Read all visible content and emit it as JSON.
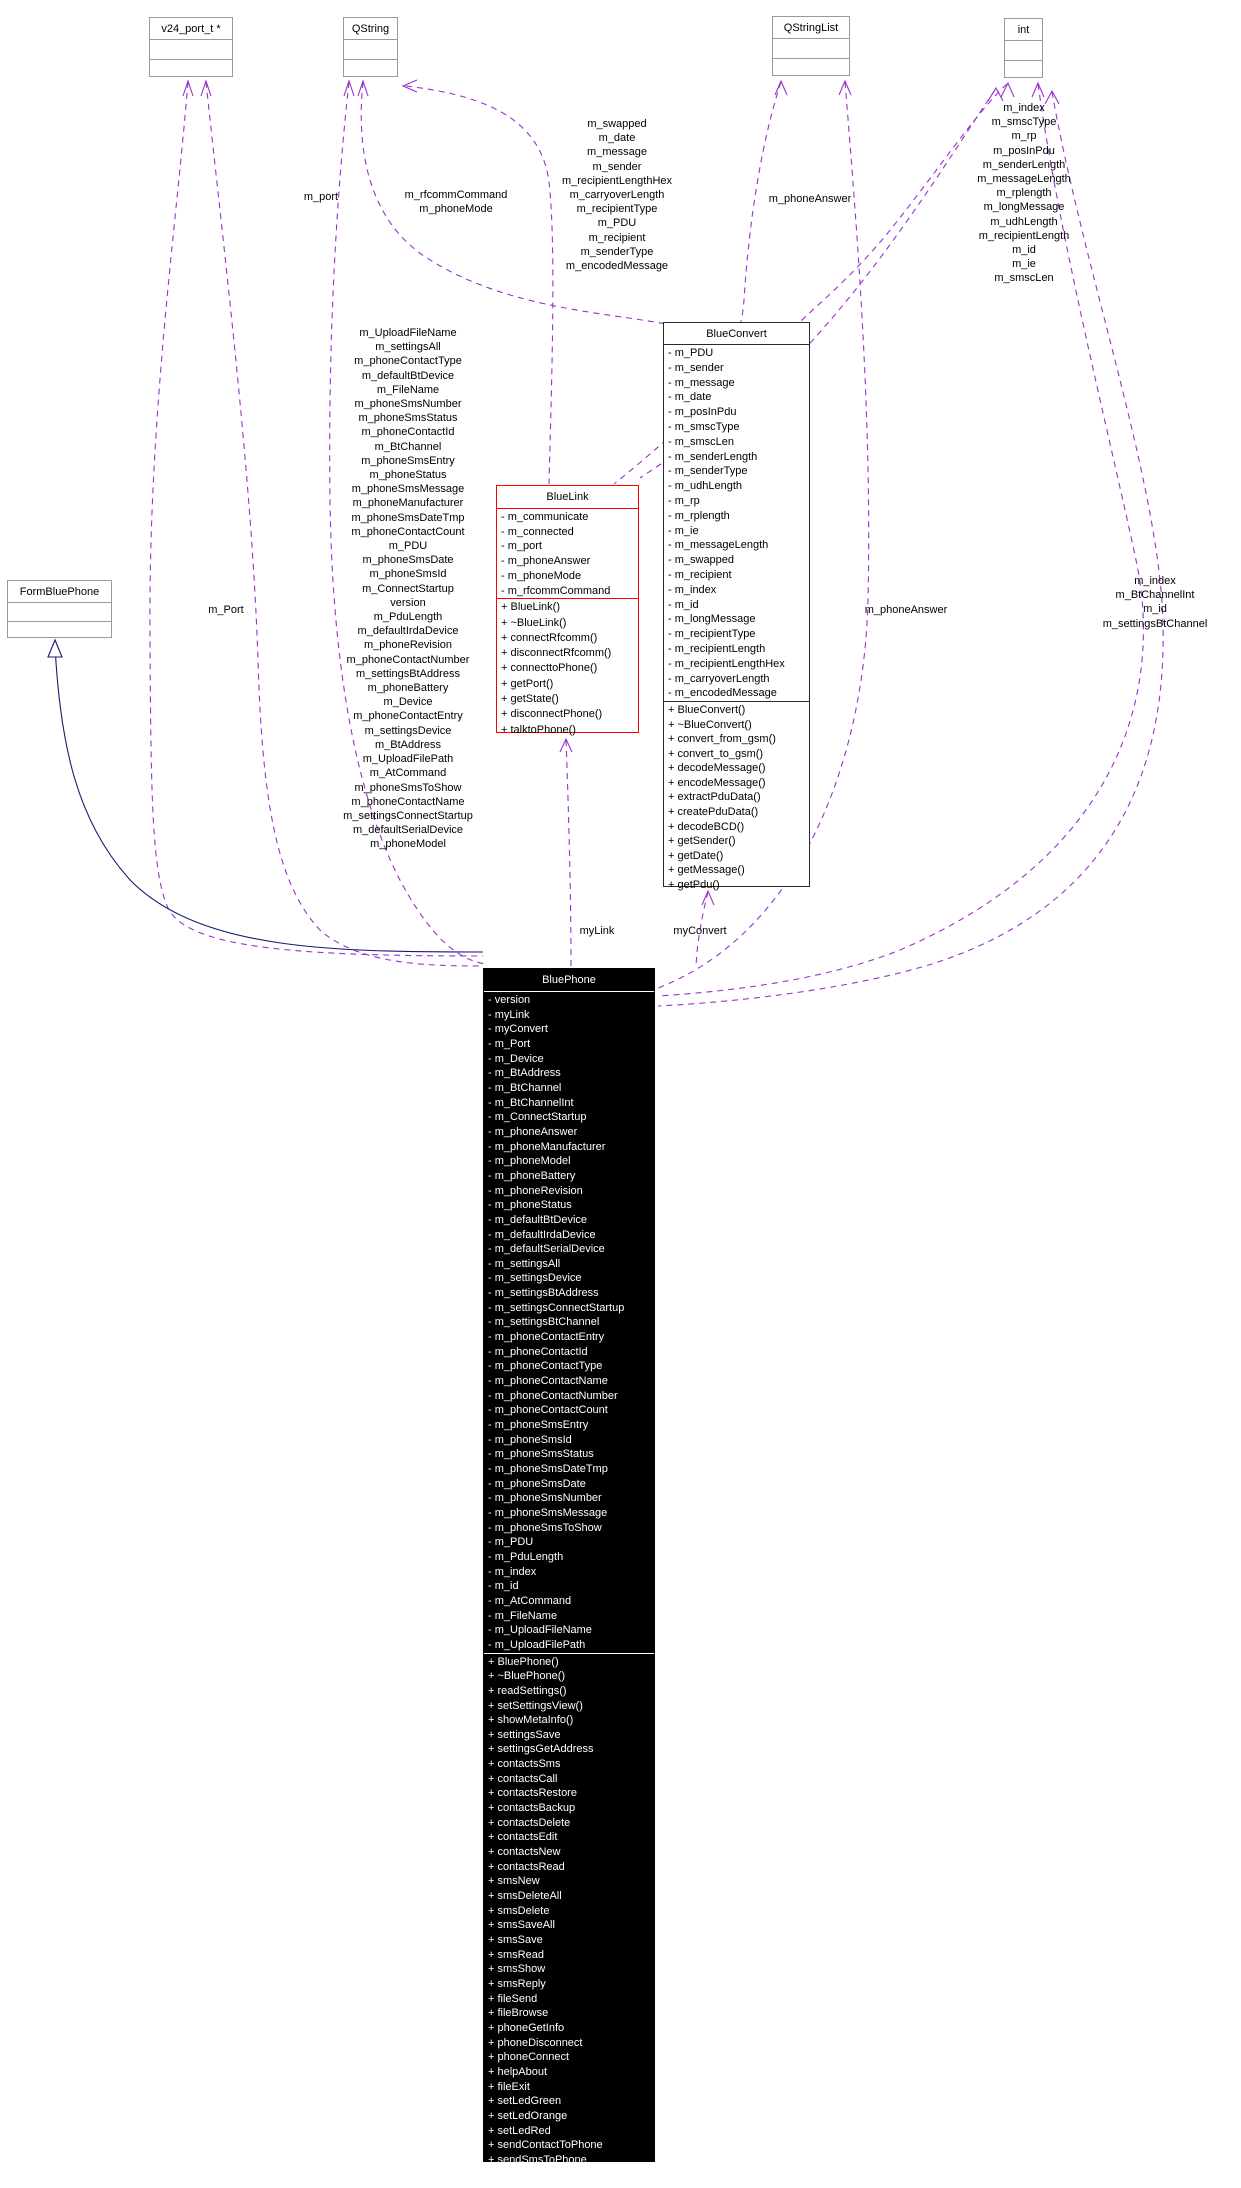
{
  "diagram": {
    "colors": {
      "edge": "#9932cc",
      "inherit_edge": "#191970",
      "highlight_border": "#ff0000",
      "current_node_bg": "#000000"
    },
    "classes": [
      {
        "id": "v24_port",
        "title": "v24_port_t *",
        "attributes": [],
        "methods": []
      },
      {
        "id": "qstring",
        "title": "QString",
        "attributes": [],
        "methods": []
      },
      {
        "id": "qstringlist",
        "title": "QStringList",
        "attributes": [],
        "methods": []
      },
      {
        "id": "int",
        "title": "int",
        "attributes": [],
        "methods": []
      },
      {
        "id": "formbluephone",
        "title": "FormBluePhone",
        "attributes": [],
        "methods": []
      },
      {
        "id": "blueconvert",
        "title": "BlueConvert",
        "attributes": [
          "- m_PDU",
          "- m_sender",
          "- m_message",
          "- m_date",
          "- m_posInPdu",
          "- m_smscType",
          "- m_smscLen",
          "- m_senderLength",
          "- m_senderType",
          "- m_udhLength",
          "- m_rp",
          "- m_rplength",
          "- m_ie",
          "- m_messageLength",
          "- m_swapped",
          "- m_recipient",
          "- m_index",
          "- m_id",
          "- m_longMessage",
          "- m_recipientType",
          "- m_recipientLength",
          "- m_recipientLengthHex",
          "- m_carryoverLength",
          "- m_encodedMessage"
        ],
        "methods": [
          "+ BlueConvert()",
          "+ ~BlueConvert()",
          "+ convert_from_gsm()",
          "+ convert_to_gsm()",
          "+ decodeMessage()",
          "+ encodeMessage()",
          "+ extractPduData()",
          "+ createPduData()",
          "+ decodeBCD()",
          "+ getSender()",
          "+ getDate()",
          "+ getMessage()",
          "+ getPdu()"
        ]
      },
      {
        "id": "bluelink",
        "title": "BlueLink",
        "attributes": [
          "- m_communicate",
          "- m_connected",
          "- m_port",
          "- m_phoneAnswer",
          "- m_phoneMode",
          "- m_rfcommCommand"
        ],
        "methods": [
          "+ BlueLink()",
          "+ ~BlueLink()",
          "+ connectRfcomm()",
          "+ disconnectRfcomm()",
          "+ connecttoPhone()",
          "+ getPort()",
          "+ getState()",
          "+ disconnectPhone()",
          "+ talktoPhone()"
        ]
      },
      {
        "id": "bluephone",
        "title": "BluePhone",
        "attributes": [
          "- version",
          "- myLink",
          "- myConvert",
          "- m_Port",
          "- m_Device",
          "- m_BtAddress",
          "- m_BtChannel",
          "- m_BtChannelInt",
          "- m_ConnectStartup",
          "- m_phoneAnswer",
          "- m_phoneManufacturer",
          "- m_phoneModel",
          "- m_phoneBattery",
          "- m_phoneRevision",
          "- m_phoneStatus",
          "- m_defaultBtDevice",
          "- m_defaultIrdaDevice",
          "- m_defaultSerialDevice",
          "- m_settingsAll",
          "- m_settingsDevice",
          "- m_settingsBtAddress",
          "- m_settingsConnectStartup",
          "- m_settingsBtChannel",
          "- m_phoneContactEntry",
          "- m_phoneContactId",
          "- m_phoneContactType",
          "- m_phoneContactName",
          "- m_phoneContactNumber",
          "- m_phoneContactCount",
          "- m_phoneSmsEntry",
          "- m_phoneSmsId",
          "- m_phoneSmsStatus",
          "- m_phoneSmsDateTmp",
          "- m_phoneSmsDate",
          "- m_phoneSmsNumber",
          "- m_phoneSmsMessage",
          "- m_phoneSmsToShow",
          "- m_PDU",
          "- m_PduLength",
          "- m_index",
          "- m_id",
          "- m_AtCommand",
          "- m_FileName",
          "- m_UploadFileName",
          "- m_UploadFilePath"
        ],
        "methods": [
          "+ BluePhone()",
          "+ ~BluePhone()",
          "+ readSettings()",
          "+ setSettingsView()",
          "+ showMetaInfo()",
          "+ settingsSave",
          "+ settingsGetAddress",
          "+ contactsSms",
          "+ contactsCall",
          "+ contactsRestore",
          "+ contactsBackup",
          "+ contactsDelete",
          "+ contactsEdit",
          "+ contactsNew",
          "+ contactsRead",
          "+ smsNew",
          "+ smsDeleteAll",
          "+ smsDelete",
          "+ smsSaveAll",
          "+ smsSave",
          "+ smsRead",
          "+ smsShow",
          "+ smsReply",
          "+ fileSend",
          "+ fileBrowse",
          "+ phoneGetInfo",
          "+ phoneDisconnect",
          "+ phoneConnect",
          "+ helpAbout",
          "+ fileExit",
          "+ setLedGreen",
          "+ setLedOrange",
          "+ setLedRed",
          "+ sendContactToPhone",
          "+ sendSmsToPhone"
        ]
      }
    ],
    "edge_labels": [
      {
        "id": "port_low",
        "lines": [
          "m_port"
        ]
      },
      {
        "id": "rfcomm",
        "lines": [
          "m_rfcommCommand",
          "m_phoneMode"
        ]
      },
      {
        "id": "swapped",
        "lines": [
          "m_swapped",
          "m_date",
          "m_message",
          "m_sender",
          "m_recipientLengthHex",
          "m_carryoverLength",
          "m_recipientType",
          "m_PDU",
          "m_recipient",
          "m_senderType",
          "m_encodedMessage"
        ]
      },
      {
        "id": "answer_top",
        "lines": [
          "m_phoneAnswer"
        ]
      },
      {
        "id": "int_top",
        "lines": [
          "m_index",
          "m_smscType",
          "m_rp",
          "m_posInPdu",
          "m_senderLength",
          "m_messageLength",
          "m_rplength",
          "m_longMessage",
          "m_udhLength",
          "m_recipientLength",
          "m_id",
          "m_ie",
          "m_smscLen"
        ]
      },
      {
        "id": "qstring_cluster",
        "lines": [
          "m_UploadFileName",
          "m_settingsAll",
          "m_phoneContactType",
          "m_defaultBtDevice",
          "m_FileName",
          "m_phoneSmsNumber",
          "m_phoneSmsStatus",
          "m_phoneContactId",
          "m_BtChannel",
          "m_phoneSmsEntry",
          "m_phoneStatus",
          "m_phoneSmsMessage",
          "m_phoneManufacturer",
          "m_phoneSmsDateTmp",
          "m_phoneContactCount",
          "m_PDU",
          "m_phoneSmsDate",
          "m_phoneSmsId",
          "m_ConnectStartup",
          "version",
          "m_PduLength",
          "m_defaultIrdaDevice",
          "m_phoneRevision",
          "m_phoneContactNumber",
          "m_settingsBtAddress",
          "m_phoneBattery",
          "m_Device",
          "m_phoneContactEntry",
          "m_settingsDevice",
          "m_BtAddress",
          "m_UploadFilePath",
          "m_AtCommand",
          "m_phoneSmsToShow",
          "m_phoneContactName",
          "m_settingsConnectStartup",
          "m_defaultSerialDevice",
          "m_phoneModel"
        ]
      },
      {
        "id": "m_Port",
        "lines": [
          "m_Port"
        ]
      },
      {
        "id": "answer_right",
        "lines": [
          "m_phoneAnswer"
        ]
      },
      {
        "id": "int_right",
        "lines": [
          "m_index",
          "m_BtChannelInt",
          "m_id",
          "m_settingsBtChannel"
        ]
      },
      {
        "id": "myLink",
        "lines": [
          "myLink"
        ]
      },
      {
        "id": "myConvert",
        "lines": [
          "myConvert"
        ]
      }
    ]
  }
}
